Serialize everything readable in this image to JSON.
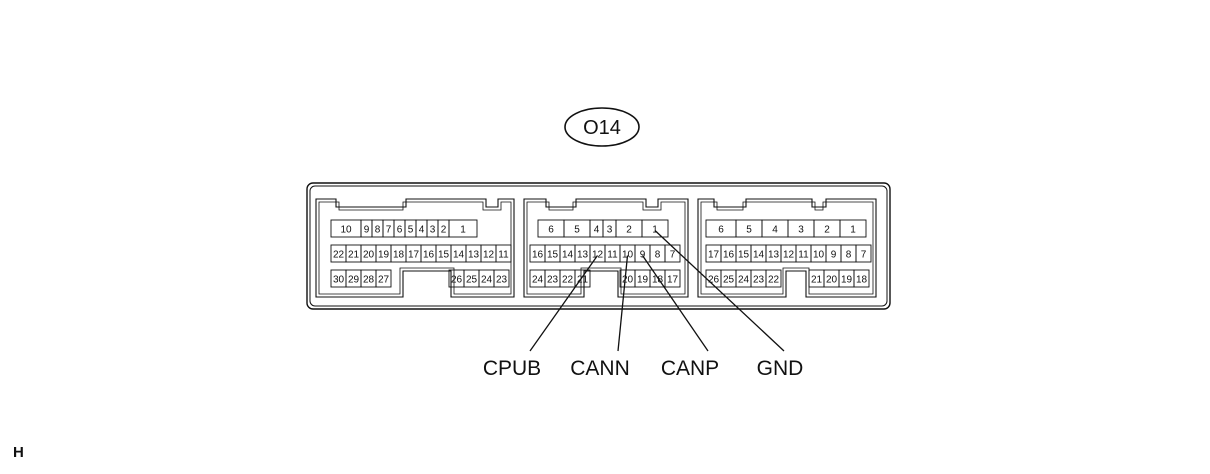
{
  "connector_id": "O14",
  "corner_note": "H",
  "blocks": [
    {
      "name": "left",
      "rows": [
        [
          "10",
          "9",
          "8",
          "7",
          "6",
          "5",
          "4",
          "3",
          "2",
          "1"
        ],
        [
          "22",
          "21",
          "20",
          "19",
          "18",
          "17",
          "16",
          "15",
          "14",
          "13",
          "12",
          "11"
        ],
        [
          "30",
          "29",
          "28",
          "27",
          "26",
          "25",
          "24",
          "23"
        ]
      ]
    },
    {
      "name": "middle",
      "rows": [
        [
          "6",
          "5",
          "4",
          "3",
          "2",
          "1"
        ],
        [
          "16",
          "15",
          "14",
          "13",
          "12",
          "11",
          "10",
          "9",
          "8",
          "7"
        ],
        [
          "24",
          "23",
          "22",
          "21",
          "20",
          "19",
          "18",
          "17"
        ]
      ]
    },
    {
      "name": "right",
      "rows": [
        [
          "6",
          "5",
          "4",
          "3",
          "2",
          "1"
        ],
        [
          "17",
          "16",
          "15",
          "14",
          "13",
          "12",
          "11",
          "10",
          "9",
          "8",
          "7"
        ],
        [
          "26",
          "25",
          "24",
          "23",
          "22",
          "21",
          "20",
          "19",
          "18"
        ]
      ]
    }
  ],
  "signals": [
    {
      "name": "CPUB",
      "pin": "12"
    },
    {
      "name": "CANN",
      "pin": "10"
    },
    {
      "name": "CANP",
      "pin": "9"
    },
    {
      "name": "GND",
      "pin": "1"
    }
  ]
}
